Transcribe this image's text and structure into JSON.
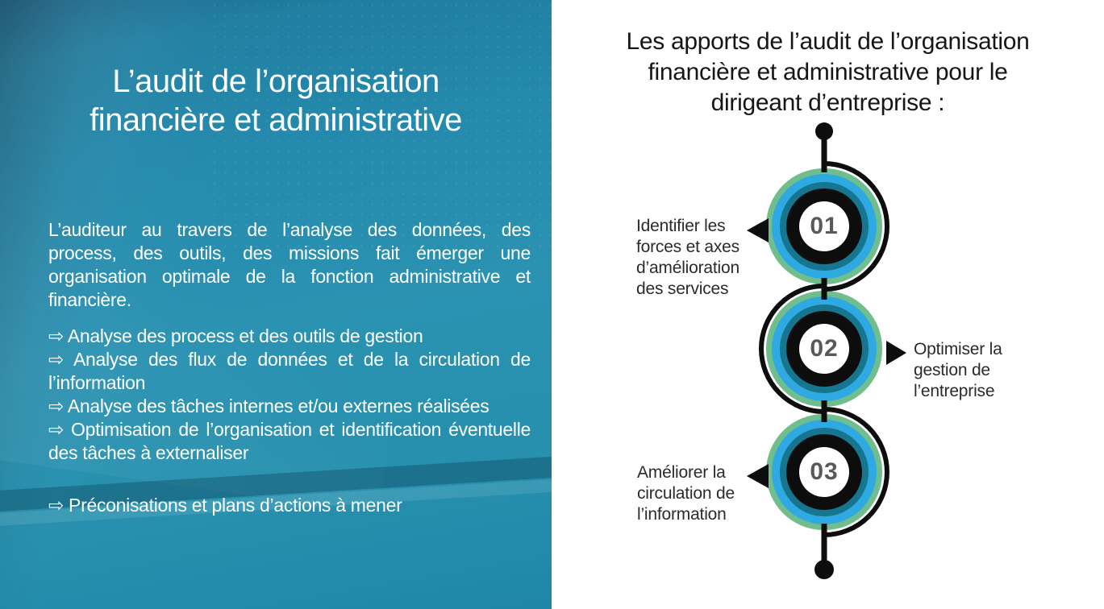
{
  "slide": {
    "left": {
      "title": "L’audit de l’organisation\nfinancière et administrative",
      "intro": "L’auditeur au travers de l’analyse des données, des process, des outils, des missions fait émerger une organisation optimale de la fonction administrative et financière.",
      "bullets": [
        "⇨ Analyse des process et des outils de gestion",
        "⇨ Analyse des flux de données et de la circulation de l’information",
        "⇨ Analyse des tâches internes et/ou externes réalisées",
        "⇨ Optimisation de l’organisation et identification éventuelle des tâches à externaliser",
        "⇨ Préconisations et plans d’actions à mener"
      ],
      "background_color": "#2489ac",
      "text_color": "#ffffff"
    },
    "right": {
      "title": "Les apports de l’audit de l’organisation\nfinancière et administrative pour le\ndirigeant d’entreprise :",
      "background_color": "#ffffff",
      "title_color": "#161616",
      "label_color": "#2b2b2b",
      "timeline": {
        "steps": [
          {
            "number": "01",
            "label": "Identifier les\nforces et axes\nd’amélioration\ndes services",
            "label_side": "left"
          },
          {
            "number": "02",
            "label": "Optimiser la\ngestion de\nl’entreprise",
            "label_side": "right"
          },
          {
            "number": "03",
            "label": "Améliorer la\ncirculation de\nl’information",
            "label_side": "left"
          }
        ],
        "colors": {
          "ring_green": "#70bd8d",
          "ring_blue": "#2fa9e1",
          "ring_dark_teal": "#16758f",
          "ring_black": "#0d0d0d",
          "number_gray": "#58595b",
          "line_black": "#0d0d0d"
        }
      }
    }
  }
}
